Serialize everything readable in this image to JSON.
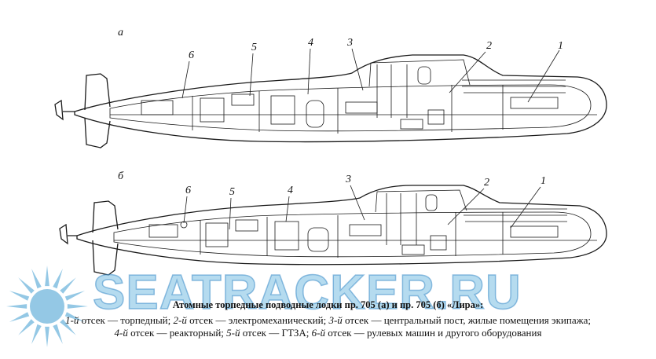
{
  "labels": {
    "view_a": "а",
    "view_b": "б",
    "comp_1": "1",
    "comp_2": "2",
    "comp_3": "3",
    "comp_4": "4",
    "comp_5": "5",
    "comp_6": "6"
  },
  "caption": {
    "title": "Атомные торпедные подводные лодки пр. 705 (а) и пр. 705 (б) «Лира»:",
    "line1": [
      {
        "num": "1-й",
        "text": " отсек — торпедный; "
      },
      {
        "num": "2-й",
        "text": " отсек — электромеханический; "
      },
      {
        "num": "3-й",
        "text": " отсек — центральный пост, жилые помещения экипажа;"
      }
    ],
    "line2": [
      {
        "num": "4-й",
        "text": " отсек — реакторный; "
      },
      {
        "num": "5-й",
        "text": " отсек — ГТЗА; "
      },
      {
        "num": "6-й",
        "text": " отсек — рулевых машин и другого оборудования"
      }
    ]
  },
  "watermark": {
    "text": "SEATRACKER.RU",
    "color": "#78bee1"
  }
}
